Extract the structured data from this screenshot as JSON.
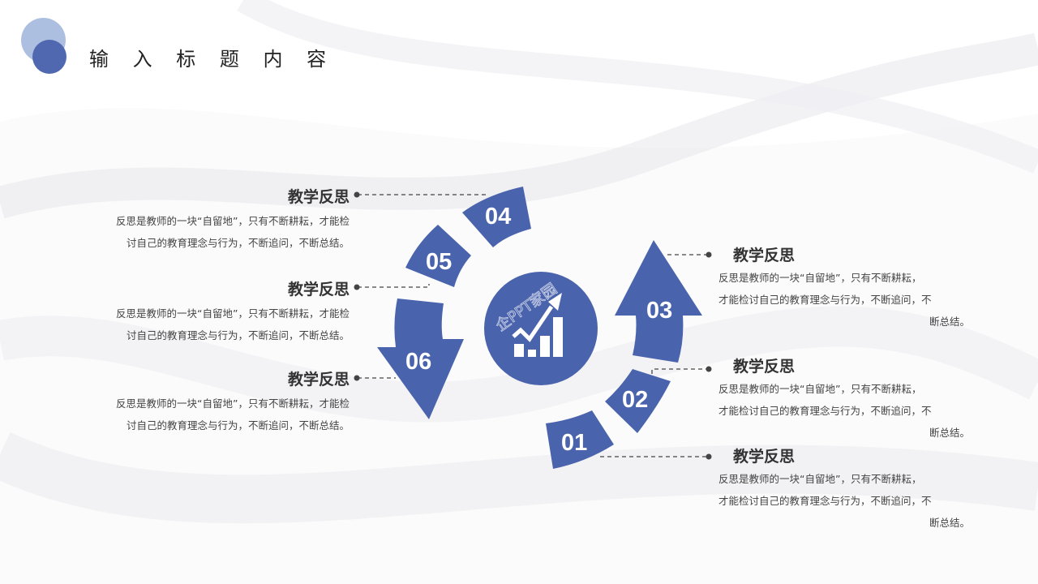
{
  "header": {
    "title": "输 入 标 题 内 容"
  },
  "center": {
    "icon": "growth-chart-icon",
    "watermark": "企PPT家园"
  },
  "segments": [
    {
      "id": "01",
      "label": "01",
      "shape": "arc-block"
    },
    {
      "id": "02",
      "label": "02",
      "shape": "arc-block"
    },
    {
      "id": "03",
      "label": "03",
      "shape": "arrow-up"
    },
    {
      "id": "04",
      "label": "04",
      "shape": "arc-block"
    },
    {
      "id": "05",
      "label": "05",
      "shape": "arc-block"
    },
    {
      "id": "06",
      "label": "06",
      "shape": "arrow-down"
    }
  ],
  "left_items": [
    {
      "heading": "教学反思",
      "line1": "反思是教师的一块“自留地”，只有不断耕耘，才能检",
      "line2": "讨自己的教育理念与行为，不断追问，不断总结。"
    },
    {
      "heading": "教学反思",
      "line1": "反思是教师的一块“自留地”，只有不断耕耘，才能检",
      "line2": "讨自己的教育理念与行为，不断追问，不断总结。"
    },
    {
      "heading": "教学反思",
      "line1": "反思是教师的一块“自留地”，只有不断耕耘，才能检",
      "line2": "讨自己的教育理念与行为，不断追问，不断总结。"
    }
  ],
  "right_items": [
    {
      "heading": "教学反思",
      "line1": "反思是教师的一块“自留地”，只有不断耕耘，",
      "line2": "才能检讨自己的教育理念与行为，不断追问，不",
      "line3": "断总结。"
    },
    {
      "heading": "教学反思",
      "line1": "反思是教师的一块“自留地”，只有不断耕耘，",
      "line2": "才能检讨自己的教育理念与行为，不断追问，不",
      "line3": "断总结。"
    },
    {
      "heading": "教学反思",
      "line1": "反思是教师的一块“自留地”，只有不断耕耘，",
      "line2": "才能检讨自己的教育理念与行为，不断追问，不",
      "line3": "断总结。"
    }
  ],
  "colors": {
    "accent": "#4a63ad",
    "logo_light": "#adbfe0",
    "logo_dark": "#5068b0",
    "text": "#333333"
  }
}
